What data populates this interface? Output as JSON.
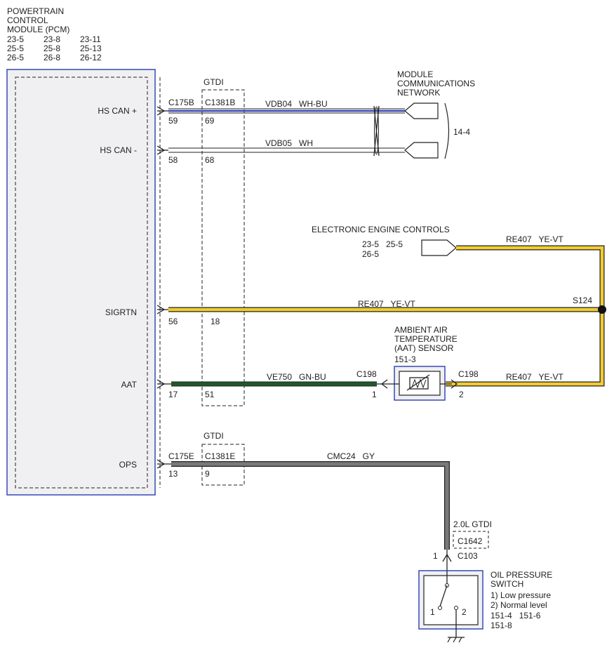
{
  "pcm": {
    "title": [
      "POWERTRAIN",
      "CONTROL",
      "MODULE (PCM)"
    ],
    "refs": [
      [
        "23-5",
        "23-8",
        "23-11"
      ],
      [
        "25-5",
        "25-8",
        "25-13"
      ],
      [
        "26-5",
        "26-8",
        "26-12"
      ]
    ],
    "pins": [
      "HS CAN +",
      "HS CAN -",
      "SIGRTN",
      "AAT",
      "OPS"
    ]
  },
  "connectors": {
    "gtdi_top": "GTDI",
    "gtdi_bottom": "GTDI",
    "c175b": "C175B",
    "c1381b": "C1381B",
    "c175e": "C175E",
    "c1381e": "C1381E",
    "c198_left": "C198",
    "c198_right": "C198",
    "c103": "C103",
    "c1642": "C1642",
    "gtdi_20l": "2.0L GTDI",
    "s124": "S124"
  },
  "pin_numbers": {
    "hscanp_a": "59",
    "hscanp_b": "69",
    "hscanm_a": "58",
    "hscanm_b": "68",
    "sigrtn_a": "56",
    "sigrtn_b": "18",
    "aat_a": "17",
    "aat_b": "51",
    "ops_a": "13",
    "ops_b": "9",
    "c198_1": "1",
    "c198_2": "2",
    "c103_1": "1"
  },
  "wires": {
    "hscanp": "VDB04   WH-BU",
    "hscanm": "VDB05   WH",
    "sigrtn": "RE407   YE-VT",
    "eec": "RE407   YE-VT",
    "aat": "VE750   GN-BU",
    "aat_right": "RE407   YE-VT",
    "ops": "CMC24   GY"
  },
  "mcn": {
    "title": [
      "MODULE",
      "COMMUNICATIONS",
      "NETWORK"
    ],
    "ref": "14-4"
  },
  "eec": {
    "title": "ELECTRONIC ENGINE CONTROLS",
    "refs": [
      "23-5   25-5",
      "26-5"
    ]
  },
  "aat_sensor": {
    "title": [
      "AMBIENT AIR",
      "TEMPERATURE",
      "(AAT) SENSOR"
    ],
    "ref": "151-3"
  },
  "ops_switch": {
    "title": [
      "OIL PRESSURE",
      "SWITCH"
    ],
    "notes": [
      "1) Low pressure",
      "2) Normal level"
    ],
    "refs": [
      "151-4   151-6",
      "151-8"
    ],
    "pin1": "1",
    "pin2": "2"
  },
  "colors": {
    "blue": "#3848b8",
    "yellow": "#f2cc30",
    "green": "#1f5a2a",
    "gray": "#7a7a7a",
    "module_fill": "#f0f0f2"
  }
}
